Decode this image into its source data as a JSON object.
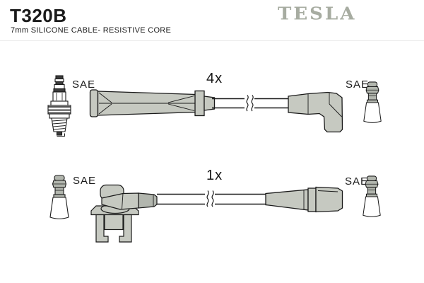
{
  "header": {
    "part_number": "T320B",
    "subtitle": "7mm SILICONE CABLE- RESISTIVE CORE",
    "brand_logo": "TESLA"
  },
  "colors": {
    "background": "#ffffff",
    "text": "#1a1a1a",
    "brand_gray": "#a7aca1",
    "part_fill": "#c6c9c1",
    "part_fill_dark": "#b2b6ae",
    "outline": "#1a1a1a"
  },
  "icons": {
    "left_row1": "spark-plug-icon",
    "right_row1": "sae-terminal-icon",
    "left_row2": "sae-terminal-icon",
    "right_row2": "sae-terminal-icon",
    "cable_break": "cable-break-icon"
  },
  "diagram": {
    "rows": [
      {
        "left_label": "SAE",
        "quantity": "4x",
        "right_label": "SAE",
        "left_end": "straight-boot",
        "right_end": "elbow-boot"
      },
      {
        "left_label": "SAE",
        "quantity": "1x",
        "right_label": "SAE",
        "left_end": "elbow-boot-with-bracket",
        "right_end": "straight-boot"
      }
    ]
  }
}
